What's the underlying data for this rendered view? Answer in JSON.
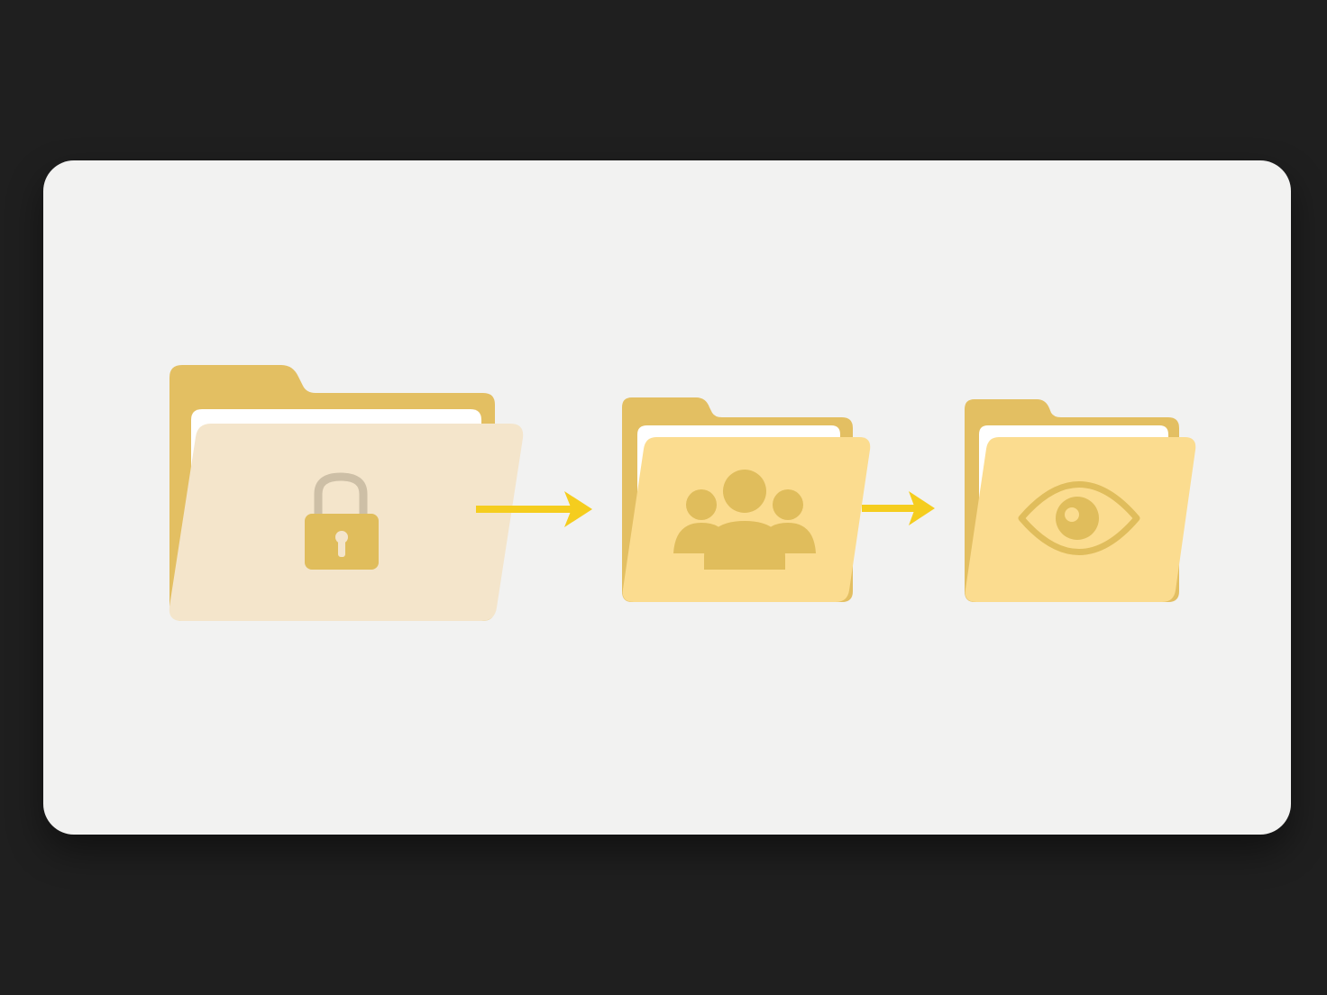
{
  "diagram": {
    "nodes": [
      {
        "id": "private",
        "icon": "lock-icon",
        "state": "faded"
      },
      {
        "id": "shared",
        "icon": "people-icon",
        "state": "active"
      },
      {
        "id": "view",
        "icon": "eye-icon",
        "state": "active"
      }
    ],
    "edges": [
      {
        "from": "private",
        "to": "shared"
      },
      {
        "from": "shared",
        "to": "view"
      }
    ]
  },
  "colors": {
    "background": "#1f1f1f",
    "card": "#f2f2f1",
    "folder_back": "#e3bf62",
    "folder_front_active": "#fbdc8f",
    "folder_front_faded": "#f4e5cb",
    "paper": "#ffffff",
    "icon_fill": "#e0bd5c",
    "arrow": "#f5cd1e",
    "lock_shackle": "#cdbfa6"
  }
}
